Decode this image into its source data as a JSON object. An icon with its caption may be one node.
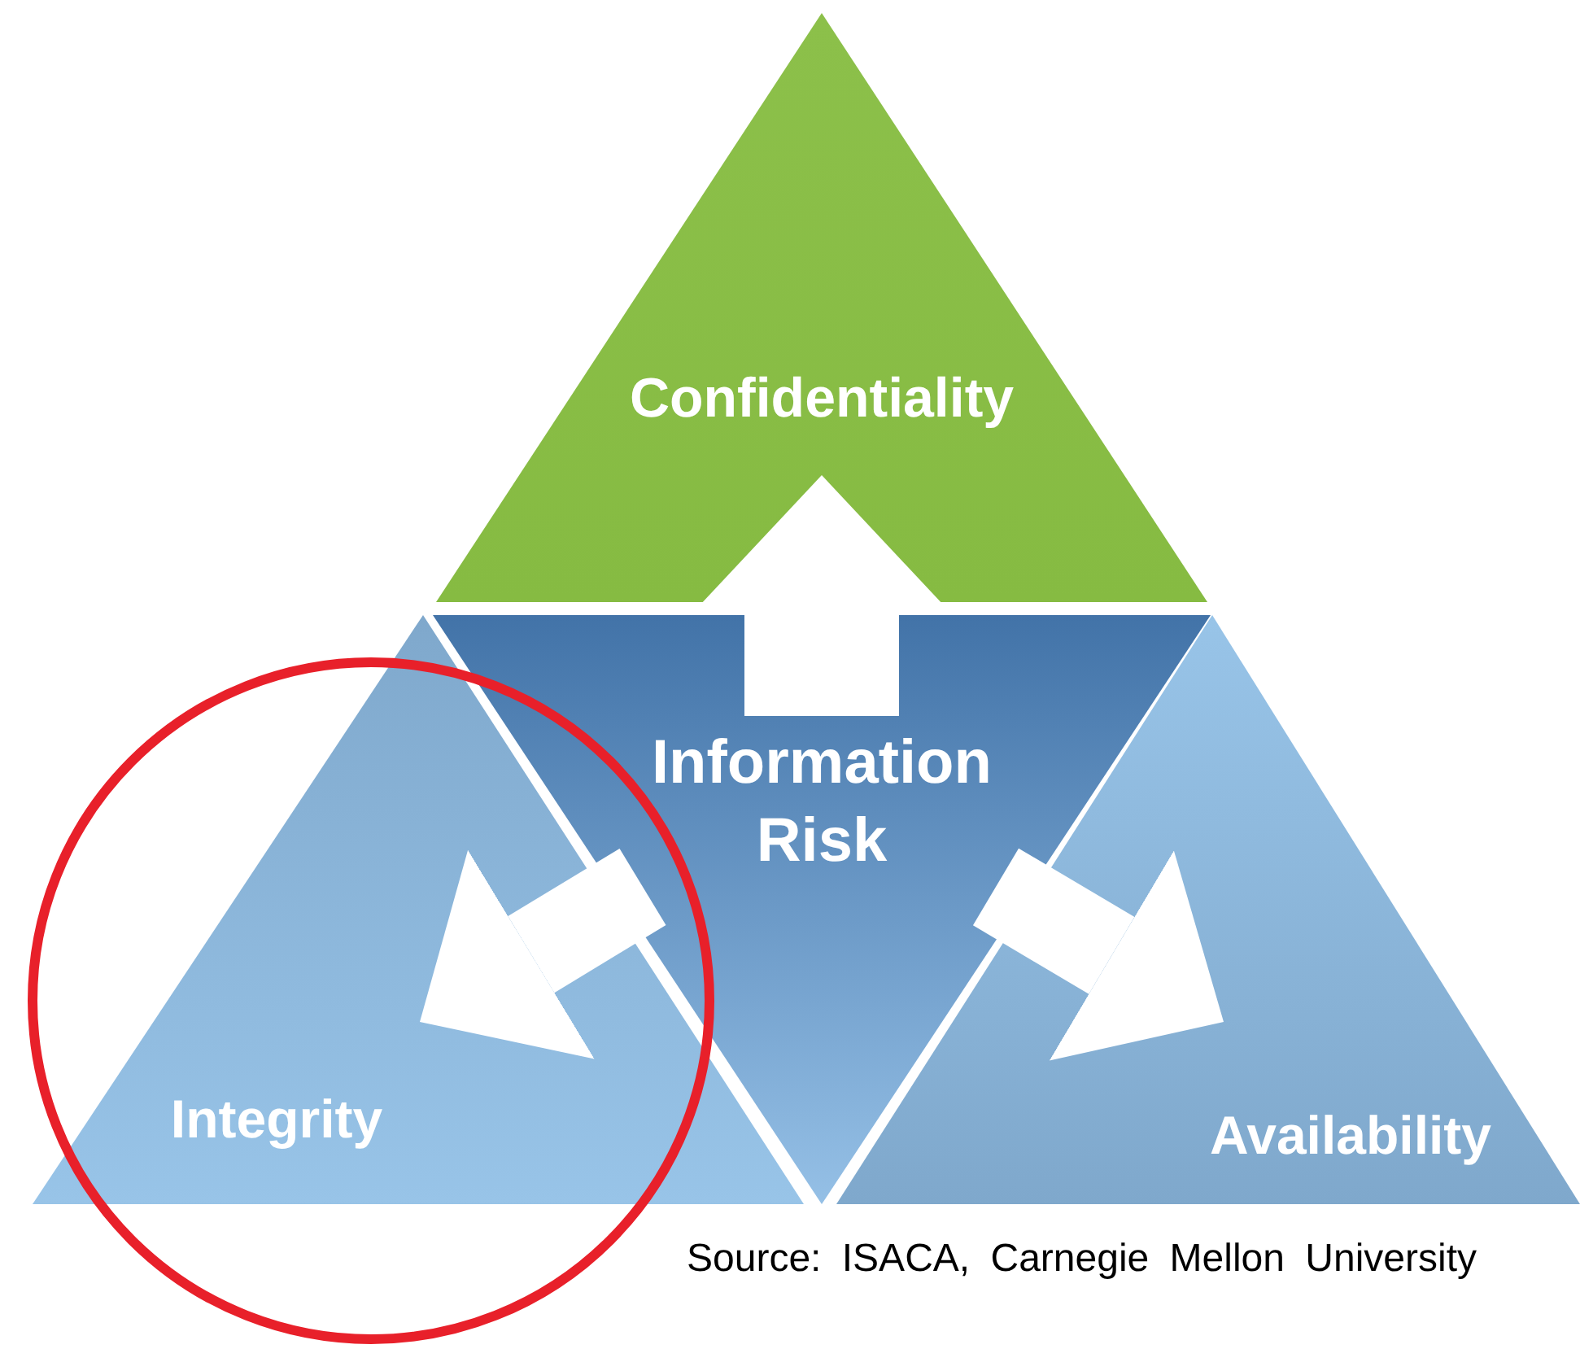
{
  "diagram": {
    "nodes": [
      {
        "text": [
          "Confidentiality"
        ]
      },
      {
        "text": [
          "Information Risk"
        ]
      },
      {
        "text": [
          "Integrity"
        ]
      },
      {
        "text": [
          "Availability"
        ]
      }
    ],
    "edges": [
      {
        "from": 1,
        "to": 0,
        "arrow": "to"
      },
      {
        "from": 1,
        "to": 2,
        "arrow": "to"
      },
      {
        "from": 1,
        "to": 3,
        "arrow": "to"
      }
    ],
    "labels": [
      "Source: ISACA, Carnegie Mellon University"
    ]
  }
}
